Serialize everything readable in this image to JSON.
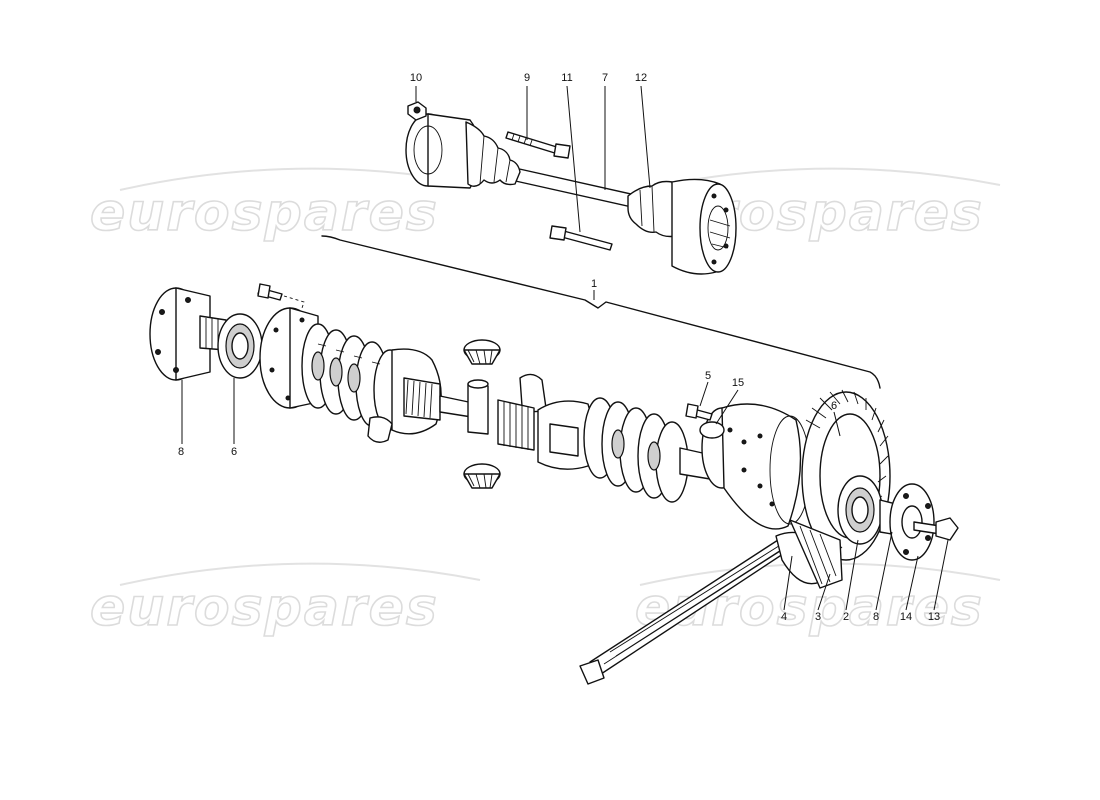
{
  "watermark": {
    "text": "eurospares"
  },
  "callouts": {
    "c1": "1",
    "c2": "2",
    "c3": "3",
    "c4": "4",
    "c5": "5",
    "c6a": "6",
    "c6b": "6",
    "c7": "7",
    "c8a": "8",
    "c8b": "8",
    "c9": "9",
    "c10": "10",
    "c11": "11",
    "c12": "12",
    "c13": "13",
    "c14": "14",
    "c15": "15"
  }
}
